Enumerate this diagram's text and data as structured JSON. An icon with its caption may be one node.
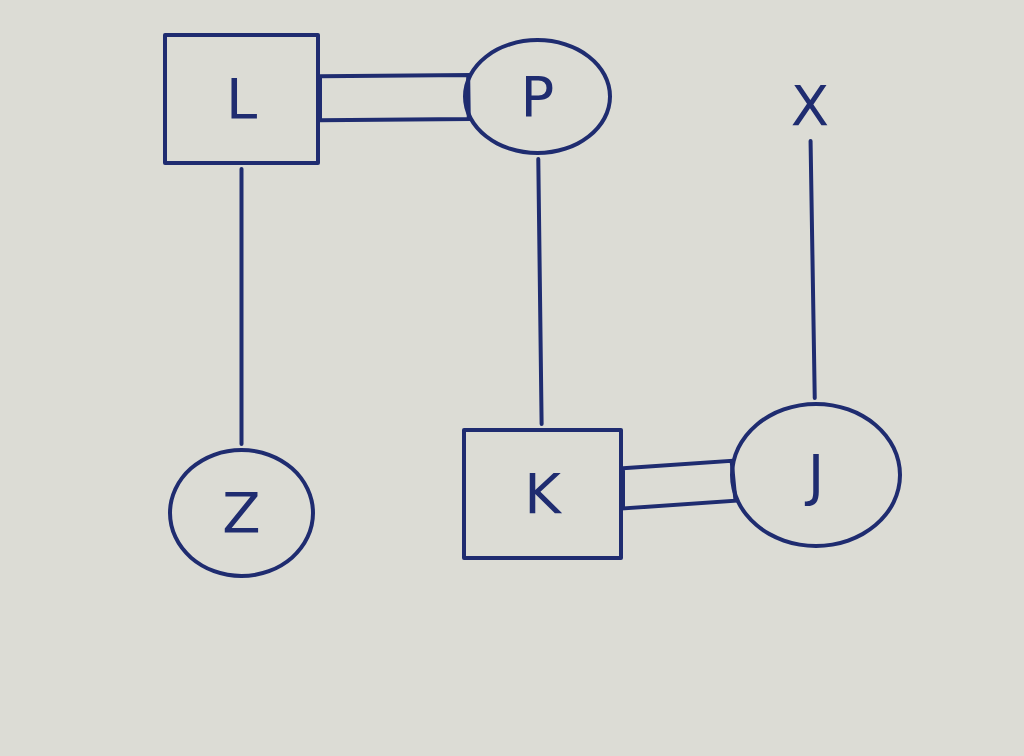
{
  "diagram": {
    "nodes": [
      {
        "text": [
          "L"
        ]
      },
      {
        "text": [
          "P"
        ]
      },
      {
        "text": [
          "X"
        ]
      },
      {
        "text": [
          "Z"
        ]
      },
      {
        "text": [
          "K"
        ]
      },
      {
        "text": [
          "J"
        ]
      }
    ],
    "edges": [
      {
        "from": 0,
        "to": 1,
        "arrow": "none"
      },
      {
        "from": 0,
        "to": 3,
        "arrow": "none"
      },
      {
        "from": 1,
        "to": 4,
        "arrow": "none"
      },
      {
        "from": 2,
        "to": 5,
        "arrow": "none"
      },
      {
        "from": 4,
        "to": 5,
        "arrow": "none"
      }
    ]
  }
}
